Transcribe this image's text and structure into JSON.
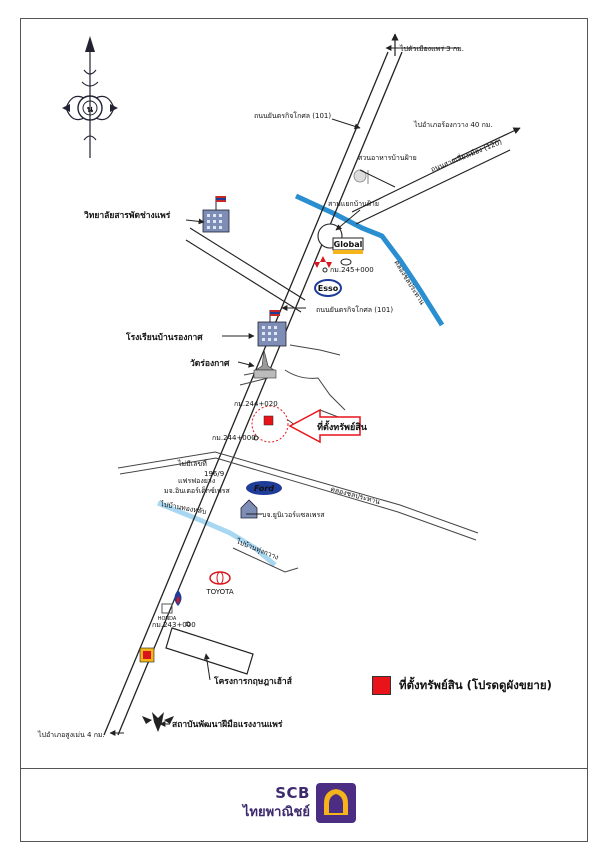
{
  "roads": {
    "to_mueang_phrae": "ไปตัวเมืองแพร่ 3 กม.",
    "road_101_top": "ถนนยันตรกิจโกศล (101)",
    "to_rong_kwang": "ไปอำเภอร้องกวาง 40 กม.",
    "road_120": "ถนนสายเลี่ยงเมือง (120)",
    "road_101_bottom": "ถนนยันตรกิจโกศล (101)",
    "to_sung_men": "ไปอำเภอสูงเม่น 4 กม.",
    "side_road_1": "ไปบ้านทองหลับ",
    "side_road_2": "ไปบ้านทุ่งกวาง",
    "canal_1": "คลองชลประทาน",
    "canal_2": "คลองชลประทาน"
  },
  "places": {
    "restaurant": "สวนอาหารบ้านฝ้าย",
    "intersection": "สามแยกบ้านฝ้าย",
    "college": "วิทยาลัยสารพัดช่างแพร่",
    "school": "โรงเรียนบ้านรองกาศ",
    "temple": "วัดร่องกาศ",
    "lodge": "ไม่มีเลขที่",
    "house_no": "196/9",
    "shop_1": "แฟรฟองยาง",
    "shop_2": "มจ.อินเตอร์เด็กซ์เพรส",
    "dealer": "บจ.ยูนิเวอร์แซลเพรส",
    "project": "โครงการกฤษฎาเฮ้าส์",
    "institute": "สถาบันพัฒนาฝีมือแรงงานแพร่"
  },
  "markers": {
    "km_245": "กม.245+000",
    "km_244_020": "กม.244+020",
    "km_244": "กม.244+000",
    "km_243": "กม.243+000"
  },
  "brands": {
    "global": "Global",
    "esso": "Esso",
    "ford": "Ford",
    "toyota": "TOYOTA",
    "honda": "HONDA"
  },
  "property": {
    "label": "ที่ตั้งทรัพย์สิน",
    "color": "#e8141a"
  },
  "legend": {
    "text": "ที่ตั้งทรัพย์สิน (โปรดดูผังขยาย)"
  },
  "footer": {
    "brand_en": "SCB",
    "brand_th": "ไทยพาณิชย์",
    "brand_color": "#3d2a6e",
    "logo_color": "#f4b41a"
  },
  "colors": {
    "canal": "#2a8fd0",
    "canal_light": "#9fd3f0",
    "road_line": "#222222",
    "building": "#7d8db5"
  },
  "icons": [
    "compass-rose-icon",
    "college-building-icon",
    "school-building-icon",
    "temple-icon",
    "house-icon",
    "garuda-icon"
  ]
}
